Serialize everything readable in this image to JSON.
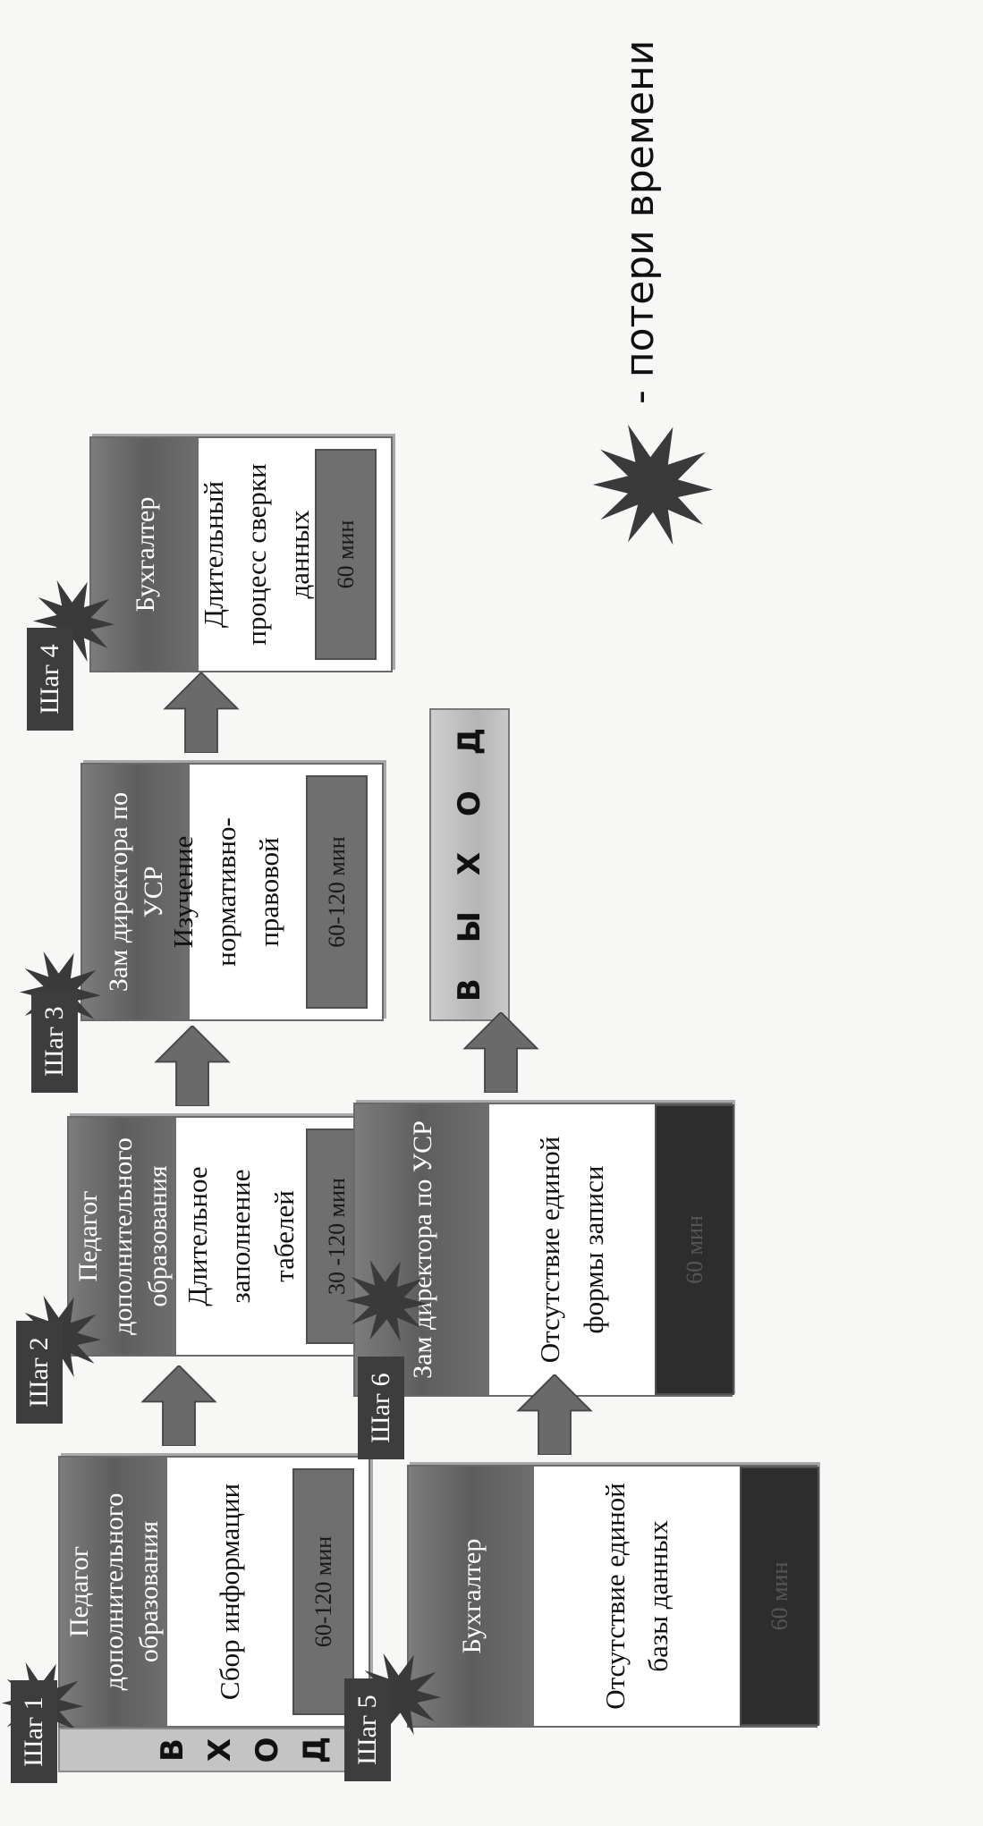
{
  "steps": [
    {
      "label": "Шаг 1",
      "role": "Педагог дополнительного образования",
      "description": "Сбор информации",
      "time": "60-120 мин"
    },
    {
      "label": "Шаг 2",
      "role": "Педагог дополнительного образования",
      "description": "Длительное заполнение табелей",
      "time": "30 -120 мин"
    },
    {
      "label": "Шаг 3",
      "role": "Зам директора по УСР",
      "description": "Изучение нормативно-правовой документации",
      "time": "60-120 мин"
    },
    {
      "label": "Шаг 4",
      "role": "Бухгалтер",
      "description": "Длительный процесс сверки данных",
      "time": "60 мин"
    },
    {
      "label": "Шаг 5",
      "role": "Бухгалтер",
      "description": "Отсутствие единой базы данных",
      "time": "60 мин"
    },
    {
      "label": "Шаг 6",
      "role": "Зам директора по УСР",
      "description": "Отсутствие единой формы записи",
      "time": "60 мин"
    }
  ],
  "entry_letters": [
    "В",
    "Х",
    "О",
    "Д"
  ],
  "exit_letters": [
    "В",
    "Ы",
    "Х",
    "О",
    "Д"
  ],
  "legend": {
    "icon": "burst-icon",
    "text": "- потери времени"
  },
  "colors": {
    "header": "#6b6b6b",
    "label": "#3d3d3d",
    "bar": "#6f6f6f",
    "bar_dark": "#2d2d2d",
    "burst": "#3a3a3a"
  }
}
